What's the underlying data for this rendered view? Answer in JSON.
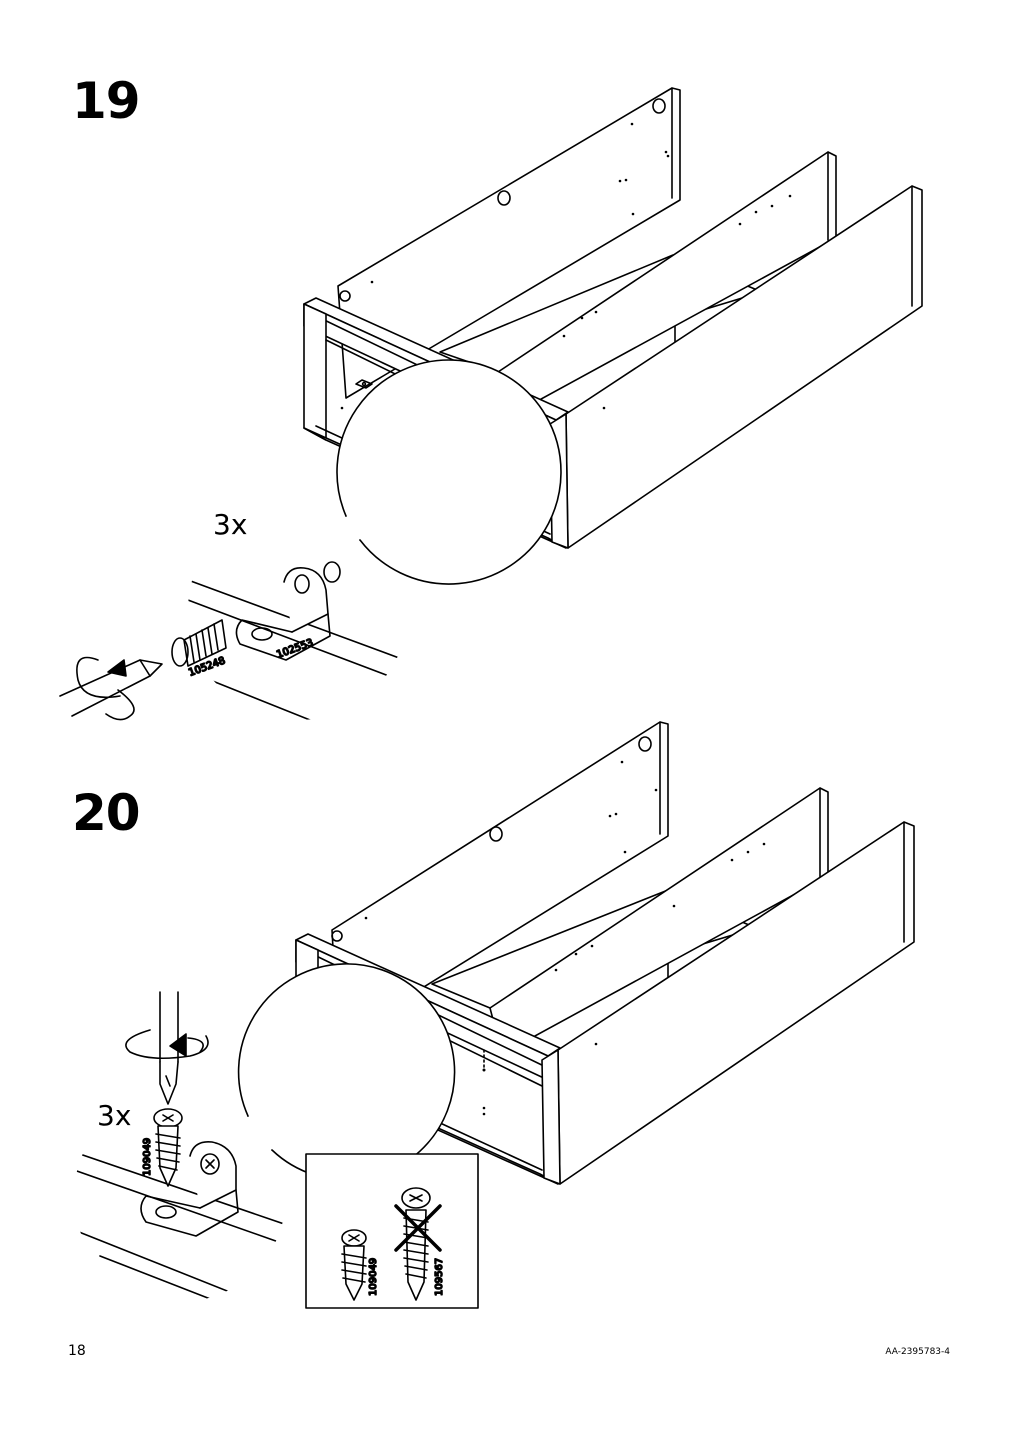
{
  "steps": [
    {
      "number": "19",
      "quantity": "3x",
      "parts": [
        "105248",
        "102553"
      ]
    },
    {
      "number": "20",
      "quantity": "3x",
      "parts": [
        "109049"
      ],
      "screw_comparison": {
        "correct": "109049",
        "incorrect": "109567"
      }
    }
  ],
  "footer": {
    "page_number": "18",
    "doc_code": "AA-2395783-4"
  }
}
